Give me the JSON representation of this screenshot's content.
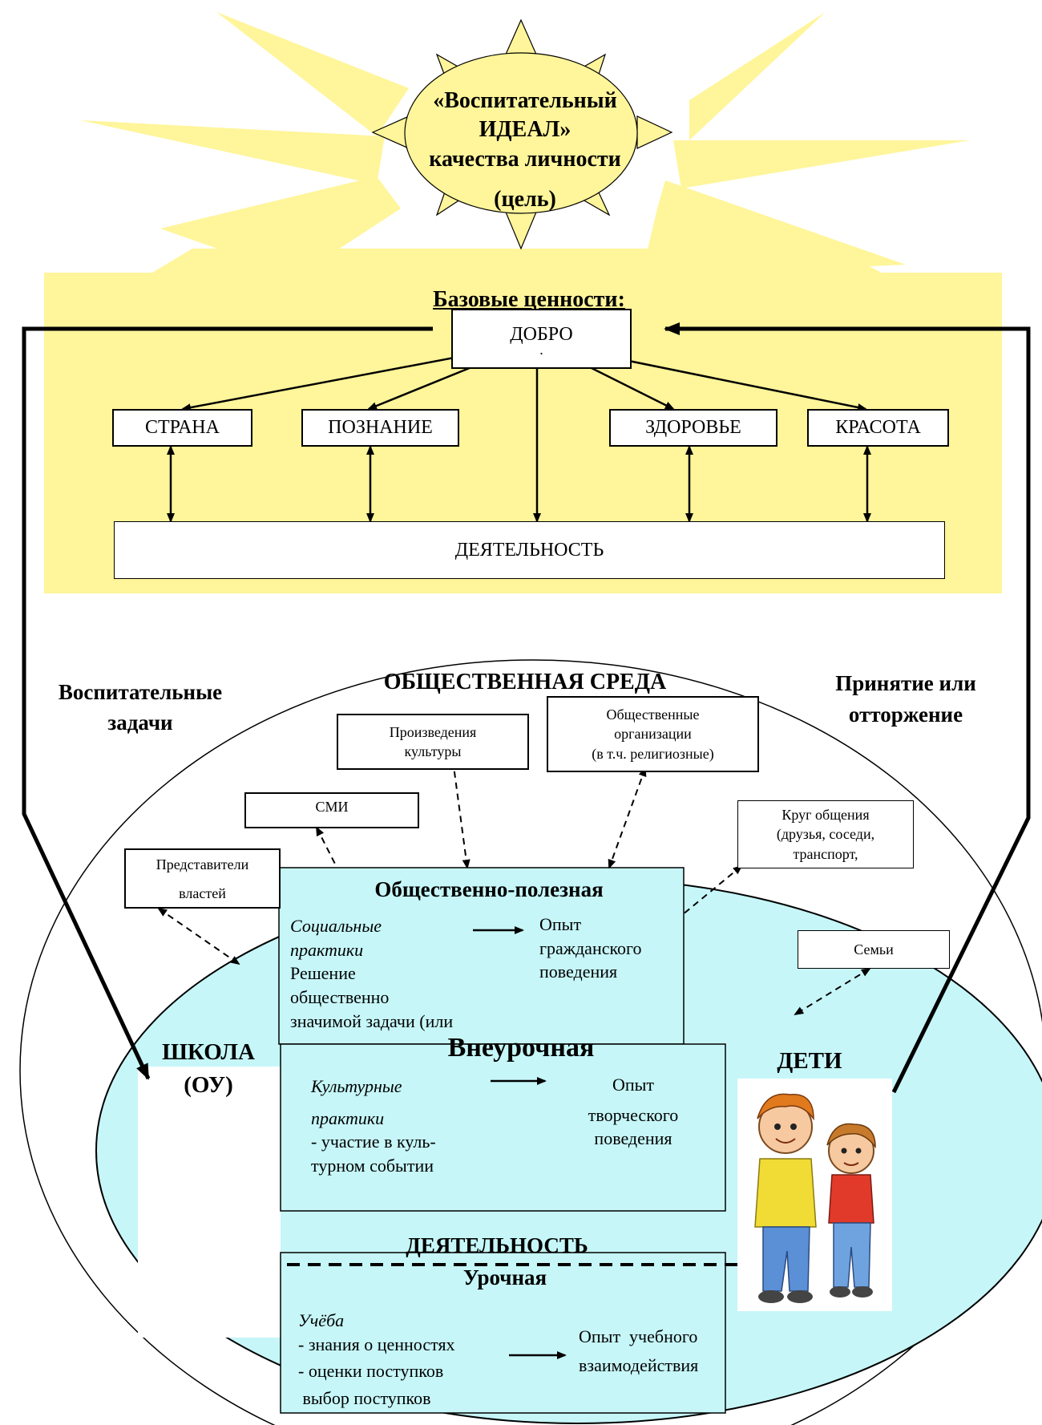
{
  "sun": {
    "line1": "«Воспитательный",
    "line2": "ИДЕАЛ»",
    "line3": "качества личности",
    "line4": "(цель)"
  },
  "base_values": {
    "title": "Базовые ценности:",
    "top": "ДОБРО",
    "top_mark": ".",
    "items": [
      "СТРАНА",
      "ПОЗНАНИЕ",
      "ЗДОРОВЬЕ",
      "КРАСОТА"
    ],
    "bottom": "ДЕЯТЕЛЬНОСТЬ"
  },
  "side_labels": {
    "left": [
      "Воспитательные",
      "задачи"
    ],
    "right": [
      "Принятие или",
      "отторжение"
    ]
  },
  "environment": {
    "title": "ОБЩЕСТВЕННАЯ СРЕДА",
    "culture": [
      "Произведения",
      "культуры"
    ],
    "orgs": [
      "Общественные",
      "организации",
      "(в т.ч. религиозные)"
    ],
    "media": "СМИ",
    "circle": [
      "Круг общения",
      "(друзья, соседи,",
      "транспорт,"
    ],
    "authorities": [
      "Представители",
      "властей"
    ],
    "families": "Семьи"
  },
  "school": {
    "line1": "ШКОЛА",
    "line2": "(ОУ)"
  },
  "children": {
    "label": "ДЕТИ"
  },
  "activity_label": "ДЕЯТЕЛЬНОСТЬ",
  "activities": {
    "social": {
      "title": "Общественно-полезная",
      "practice": [
        "Социальные",
        "практики"
      ],
      "desc": [
        "Решение",
        "общественно",
        "значимой задачи (или"
      ],
      "result": [
        "Опыт",
        "гражданского",
        "поведения"
      ]
    },
    "extra": {
      "title": "Внеурочная",
      "practice": [
        "Культурные",
        "практики"
      ],
      "desc": [
        "- участие в куль-",
        "турном событии"
      ],
      "result": [
        "Опыт",
        "творческого",
        "поведения"
      ]
    },
    "lesson": {
      "title": "Урочная",
      "practice": "Учёба",
      "desc": [
        "- знания о ценностях",
        "- оценки поступков",
        " выбор поступков"
      ],
      "result": [
        "Опыт  учебного",
        "взаимодействия"
      ]
    }
  },
  "colors": {
    "sun_yellow": "#fff59a",
    "panel_yellow": "#fff7a8",
    "ellipse_cyan": "#c6f6f8"
  }
}
